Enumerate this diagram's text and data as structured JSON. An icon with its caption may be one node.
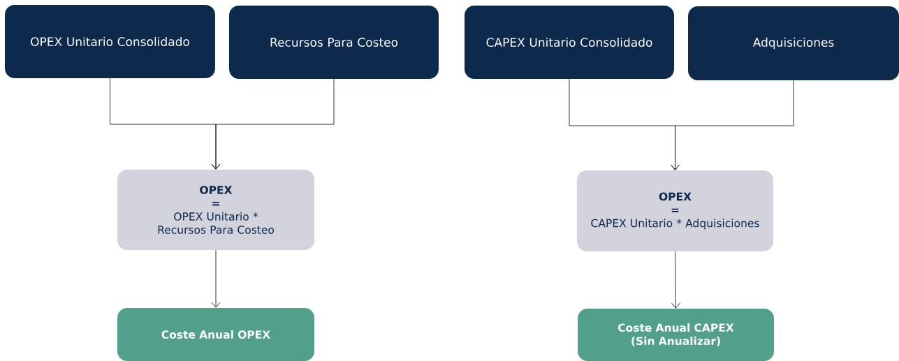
{
  "diagram": {
    "nodes": [
      {
        "text": [
          "OPEX Unitario Consolidado"
        ]
      },
      {
        "text": [
          "Recursos Para Costeo"
        ]
      },
      {
        "text": [
          "CAPEX Unitario Consolidado"
        ]
      },
      {
        "text": [
          "Adquisiciones"
        ]
      },
      {
        "text": [
          "OPEX",
          "=",
          "OPEX Unitario * Recursos Para Costeo"
        ]
      },
      {
        "text": [
          "OPEX",
          "=",
          "CAPEX Unitario * Adquisiciones"
        ]
      },
      {
        "text": [
          "Coste Anual OPEX"
        ]
      },
      {
        "text": [
          "Coste Anual CAPEX (Sin Anualizar)"
        ]
      }
    ],
    "edges": [
      {
        "from": 0,
        "to": 4,
        "arrow": "to"
      },
      {
        "from": 1,
        "to": 4,
        "arrow": "to"
      },
      {
        "from": 2,
        "to": 5,
        "arrow": "to"
      },
      {
        "from": 3,
        "to": 5,
        "arrow": "to"
      },
      {
        "from": 4,
        "to": 6,
        "arrow": "to"
      },
      {
        "from": 5,
        "to": 7,
        "arrow": "to"
      }
    ]
  }
}
